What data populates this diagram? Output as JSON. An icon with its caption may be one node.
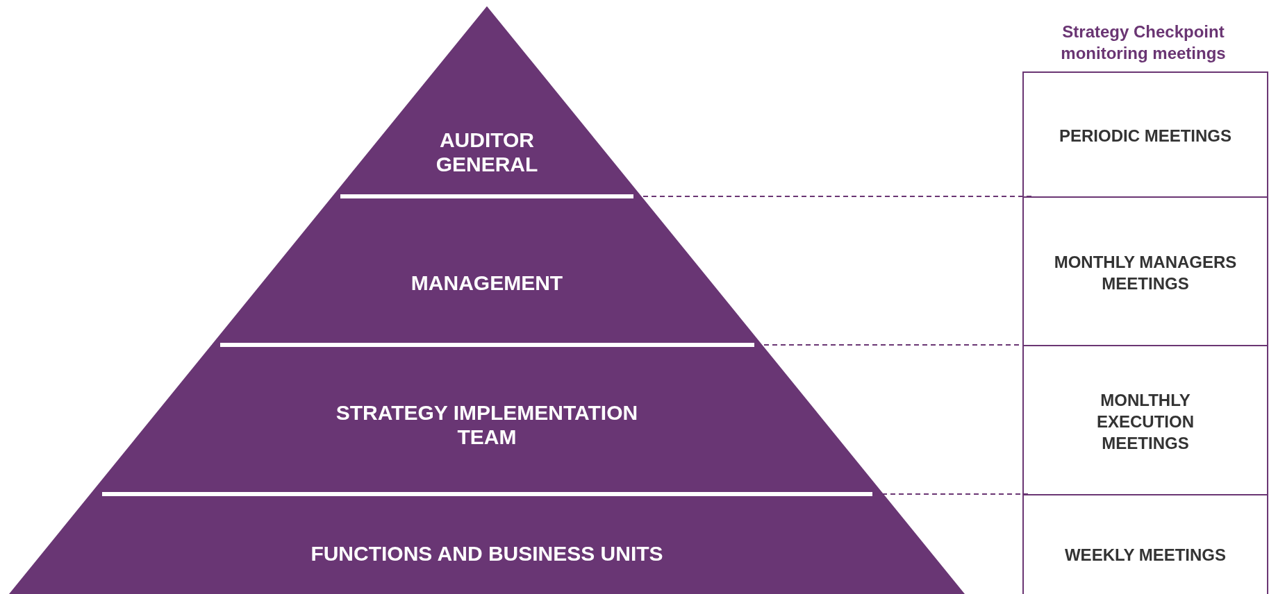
{
  "diagram": {
    "title": "Strategy Checkpoint monitoring meetings",
    "nodes": [
      {
        "text": [
          "AUDITOR GENERAL"
        ]
      },
      {
        "text": [
          "MANAGEMENT"
        ]
      },
      {
        "text": [
          "STRATEGY IMPLEMENTATION TEAM"
        ]
      },
      {
        "text": [
          "FUNCTIONS AND BUSINESS UNITS"
        ]
      },
      {
        "text": [
          "PERIODIC MEETINGS"
        ]
      },
      {
        "text": [
          "MONTHLY MANAGERS MEETINGS"
        ]
      },
      {
        "text": [
          "MONLTHLY EXECUTION MEETINGS"
        ]
      },
      {
        "text": [
          "WEEKLY MEETINGS"
        ]
      }
    ]
  }
}
